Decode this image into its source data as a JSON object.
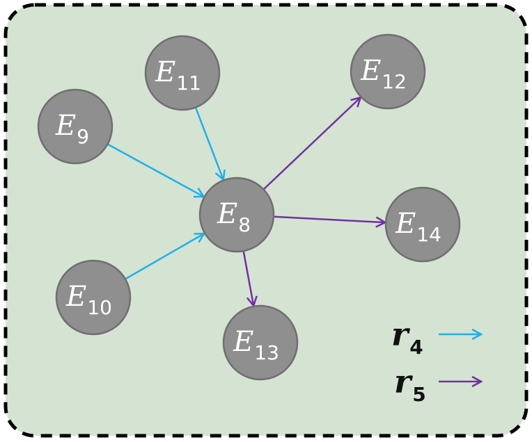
{
  "colors": {
    "panel_fill": "#d5e3d3",
    "panel_border": "#000000",
    "node_fill": "#8f8f8f",
    "node_text": "#ffffff",
    "r4_color": "#1fb0e8",
    "r5_color": "#7030a0"
  },
  "nodes": [
    {
      "id": "E8",
      "letter": "E",
      "sub": "8"
    },
    {
      "id": "E9",
      "letter": "E",
      "sub": "9"
    },
    {
      "id": "E10",
      "letter": "E",
      "sub": "10"
    },
    {
      "id": "E11",
      "letter": "E",
      "sub": "11"
    },
    {
      "id": "E12",
      "letter": "E",
      "sub": "12"
    },
    {
      "id": "E13",
      "letter": "E",
      "sub": "13"
    },
    {
      "id": "E14",
      "letter": "E",
      "sub": "14"
    }
  ],
  "edges": [
    {
      "from": "E11",
      "to": "E8",
      "relation": "r4"
    },
    {
      "from": "E9",
      "to": "E8",
      "relation": "r4"
    },
    {
      "from": "E10",
      "to": "E8",
      "relation": "r4"
    },
    {
      "from": "E8",
      "to": "E12",
      "relation": "r5"
    },
    {
      "from": "E8",
      "to": "E14",
      "relation": "r5"
    },
    {
      "from": "E8",
      "to": "E13",
      "relation": "r5"
    }
  ],
  "legend": [
    {
      "letter": "r",
      "sub": "4",
      "relation": "r4"
    },
    {
      "letter": "r",
      "sub": "5",
      "relation": "r5"
    }
  ]
}
